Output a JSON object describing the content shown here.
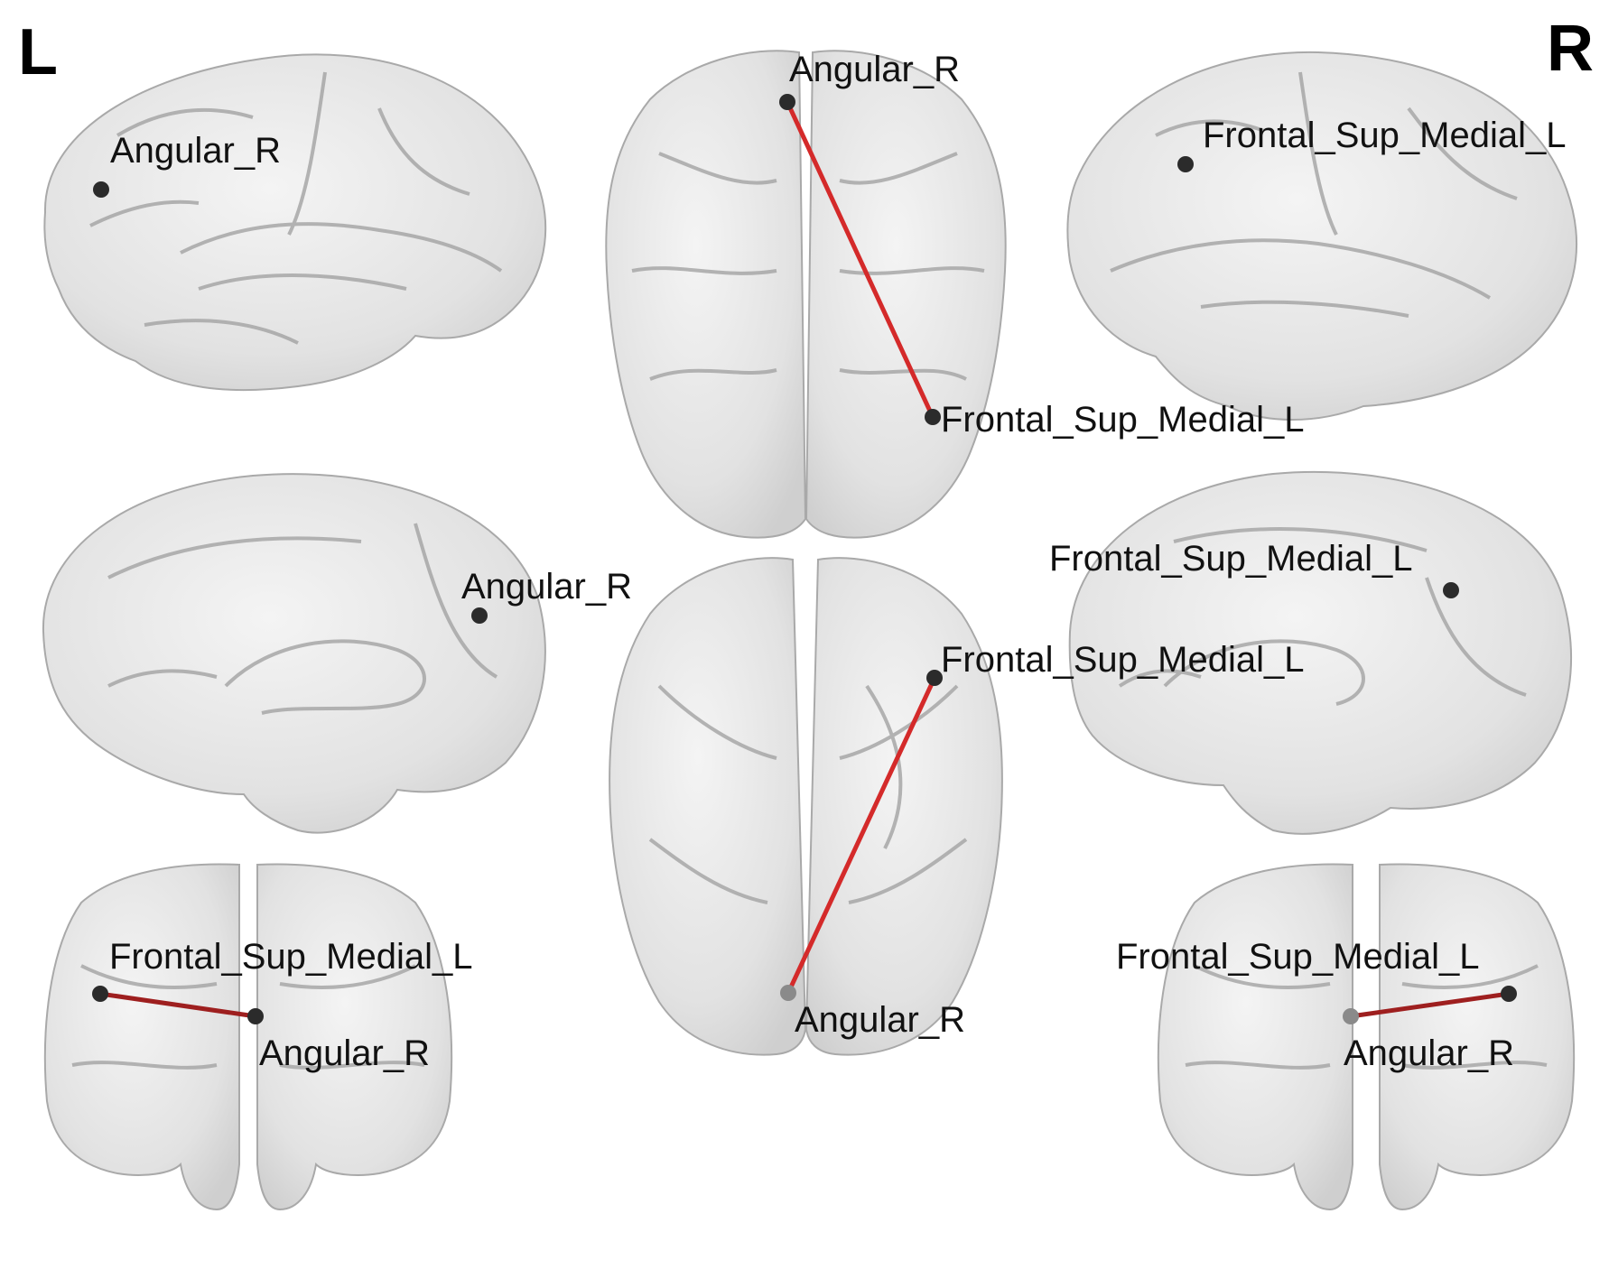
{
  "orientation": {
    "left": "L",
    "right": "R"
  },
  "nodes": {
    "a": "Angular_R",
    "b": "Frontal_Sup_Medial_L"
  },
  "colors": {
    "edge": "#d42a2a",
    "node": "#2b2b2b",
    "brain_fill": "#e6e6e6",
    "brain_stroke": "#a9a9a9",
    "sulci": "#a3a3a3"
  }
}
